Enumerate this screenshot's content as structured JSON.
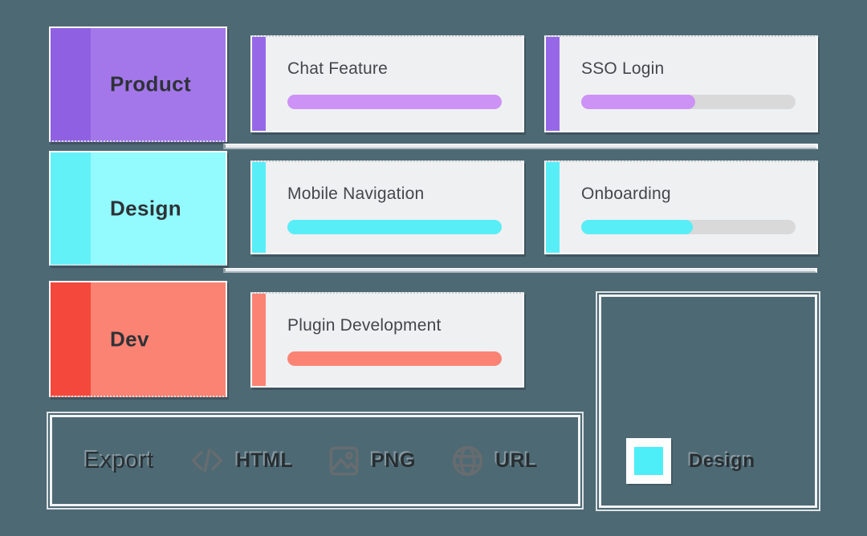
{
  "canvas": {
    "background_color": "#4d6974"
  },
  "board": {
    "lanes": [
      {
        "label": "Product",
        "lane_color": "#a377ea",
        "lane_strip_color": "#8f61e2",
        "accent_color": "#9668e8",
        "bar_fill_color": "#cd92f5",
        "bar_track_color": "#d9d9d9",
        "cards": [
          {
            "title": "Chat Feature",
            "progress_percent": 100
          },
          {
            "title": "SSO Login",
            "progress_percent": 53
          }
        ]
      },
      {
        "label": "Design",
        "lane_color": "#93fafd",
        "lane_strip_color": "#63f1f8",
        "accent_color": "#58eef7",
        "bar_fill_color": "#58eef7",
        "bar_track_color": "#d9d9d9",
        "cards": [
          {
            "title": "Mobile Navigation",
            "progress_percent": 100
          },
          {
            "title": "Onboarding",
            "progress_percent": 52
          }
        ]
      },
      {
        "label": "Dev",
        "lane_color": "#fb8374",
        "lane_strip_color": "#f5483c",
        "accent_color": "#fb8374",
        "bar_fill_color": "#fb8374",
        "bar_track_color": "#d9d9d9",
        "cards": [
          {
            "title": "Plugin Development",
            "progress_percent": 100
          }
        ]
      }
    ]
  },
  "export_bar": {
    "title": "Export",
    "options": [
      {
        "icon": "code-icon",
        "label": "HTML"
      },
      {
        "icon": "image-icon",
        "label": "PNG"
      },
      {
        "icon": "globe-icon",
        "label": "URL"
      }
    ]
  },
  "legend": {
    "items": [
      {
        "swatch_color": "#4deef8",
        "label": "Design"
      }
    ]
  }
}
